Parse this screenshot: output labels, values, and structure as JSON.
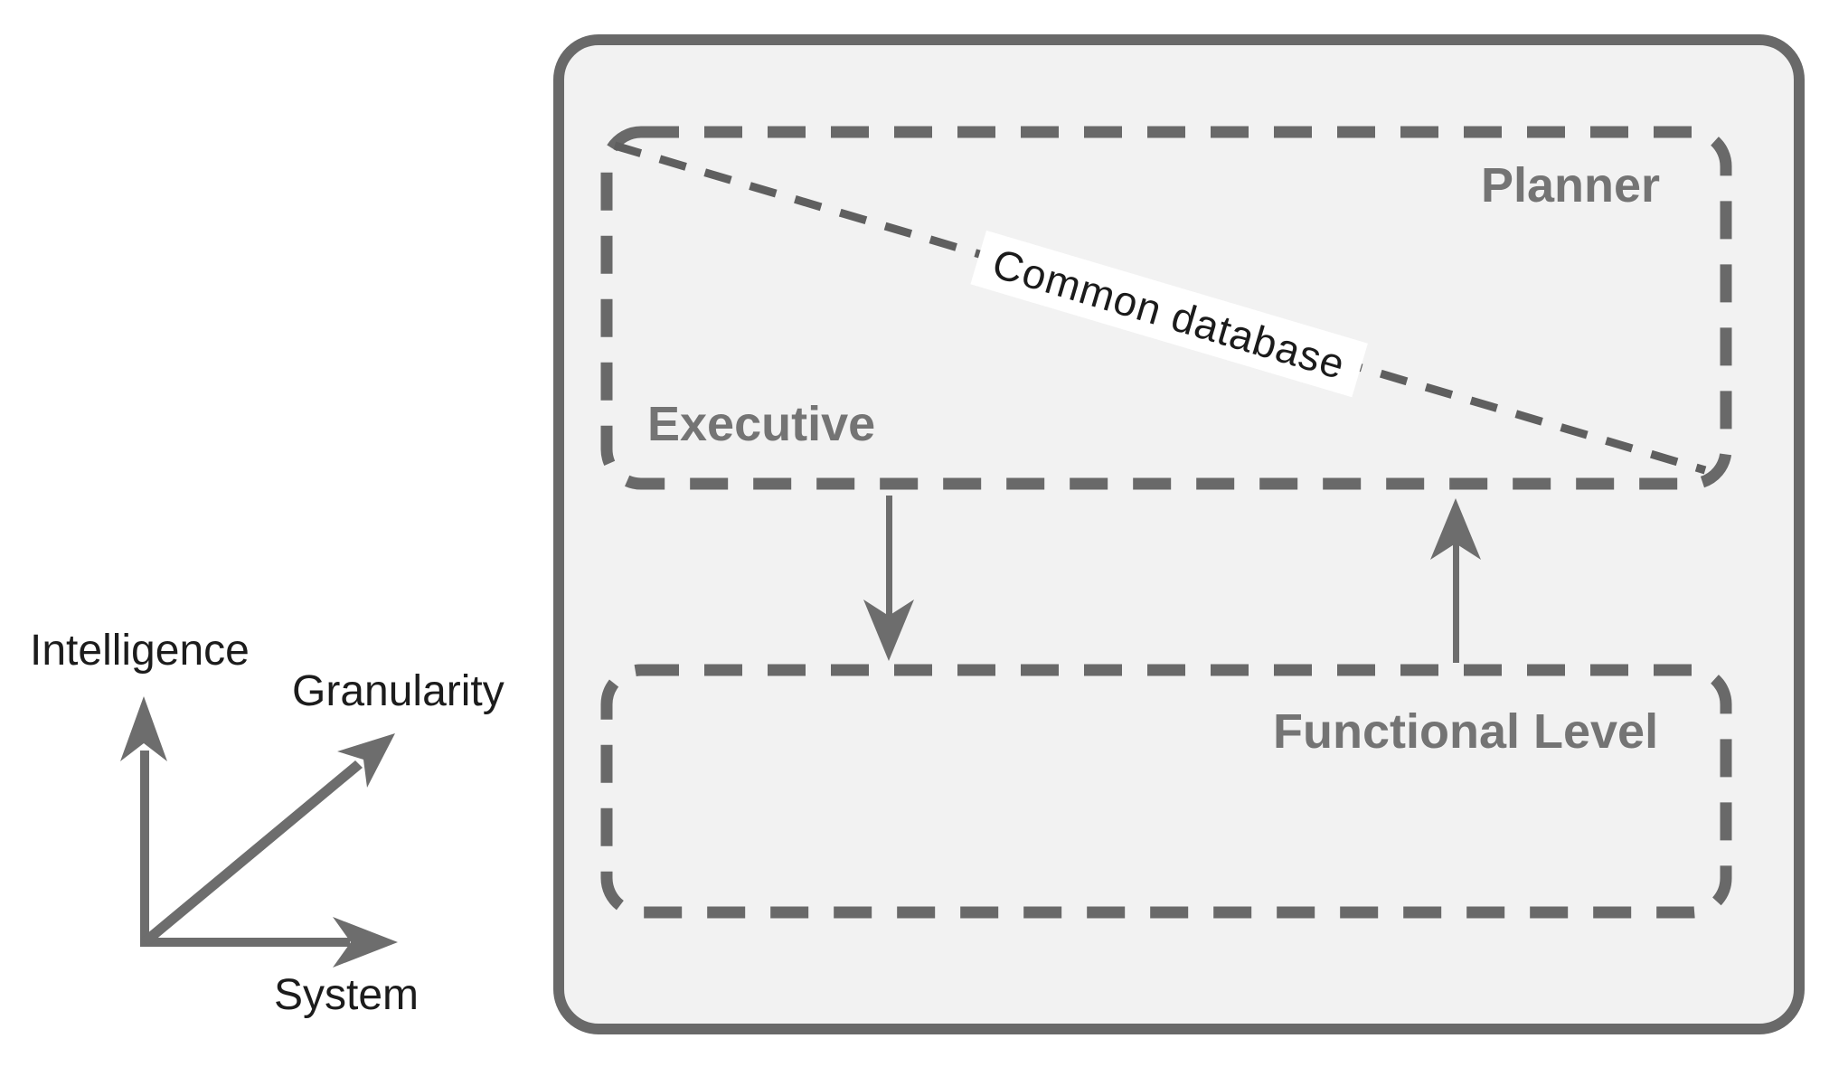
{
  "figure": {
    "axes_legend": {
      "vertical_label": "Intelligence",
      "diagonal_label": "Granularity",
      "horizontal_label": "System"
    },
    "architecture": {
      "upper_box": {
        "planner_label": "Planner",
        "executive_label": "Executive"
      },
      "lower_box": {
        "functional_level_label": "Functional Level"
      },
      "common_database_label": "Common database"
    },
    "colors": {
      "background": "#ffffff",
      "container_fill": "#f2f2f2",
      "container_border": "#696969",
      "dashed_border": "#696969",
      "diagonal_line": "#5f5f5f",
      "arrow": "#6d6d6d",
      "zone_label_text": "#747474",
      "axis_label_text": "#1c1c1c",
      "database_label_text": "#1b1b1b"
    }
  }
}
